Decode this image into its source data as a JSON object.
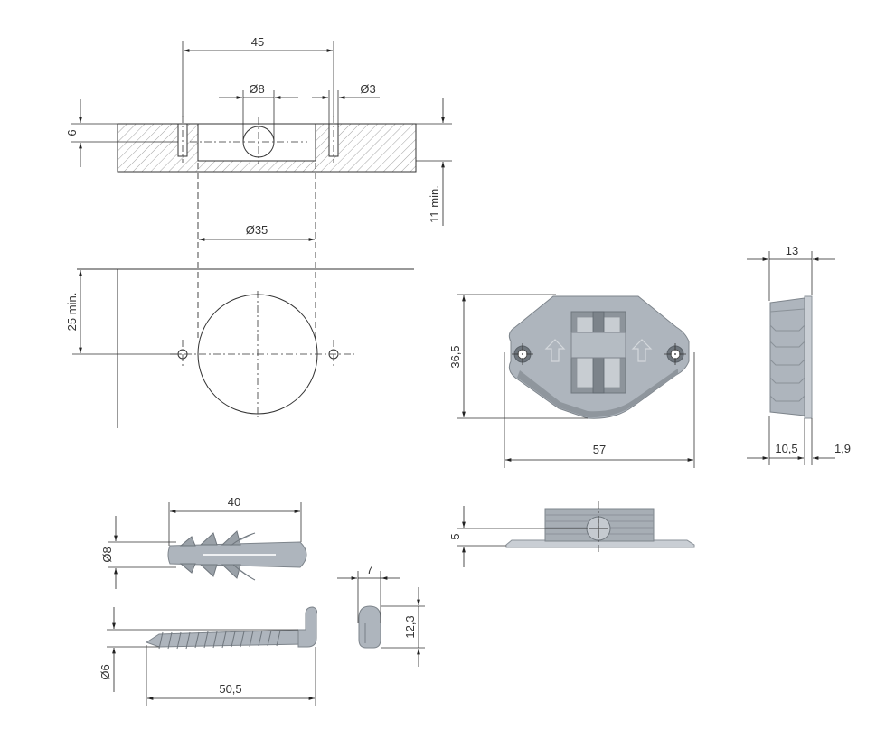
{
  "dimensions": {
    "d45": "45",
    "d8_dia": "Ø8",
    "d3_dia": "Ø3",
    "d6": "6",
    "d11min": "11 min.",
    "d35_dia": "Ø35",
    "d25min": "25 min.",
    "d36_5": "36,5",
    "d57": "57",
    "d13": "13",
    "d10_5": "10,5",
    "d1_9": "1,9",
    "d5": "5",
    "d40": "40",
    "d8_dowel": "Ø8",
    "d7": "7",
    "d12_3": "12,3",
    "d6_dia": "Ø6",
    "d50_5": "50,5"
  },
  "colors": {
    "line": "#333333",
    "part_fill": "#aeb5bd",
    "part_light": "#c9ced4",
    "part_dark": "#8d949b"
  }
}
